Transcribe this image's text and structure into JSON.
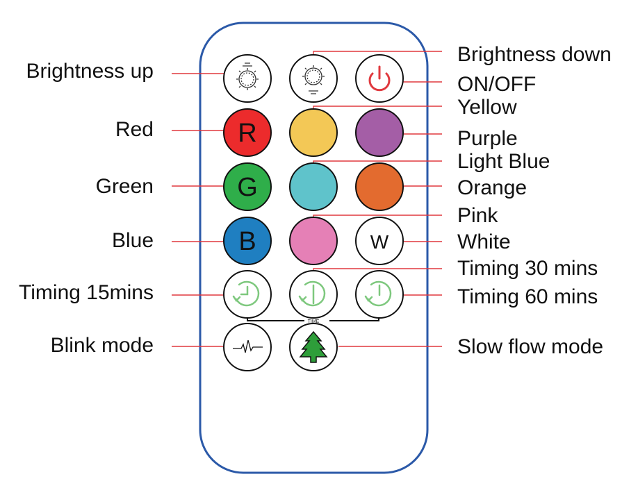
{
  "labels": {
    "brightness_up": "Brightness up",
    "brightness_down": "Brightness down",
    "on_off": "ON/OFF",
    "red": "Red",
    "yellow": "Yellow",
    "purple": "Purple",
    "green": "Green",
    "light_blue": "Light Blue",
    "orange": "Orange",
    "blue": "Blue",
    "pink": "Pink",
    "white": "White",
    "timing_15": "Timing 15mins",
    "timing_30": "Timing 30 mins",
    "timing_60": "Timing 60 mins",
    "blink_mode": "Blink mode",
    "slow_flow_mode": "Slow flow mode"
  },
  "button_text": {
    "red": "R",
    "green": "G",
    "blue": "B",
    "white": "W",
    "timer_group": "TIME"
  },
  "icons": {
    "brightness_up": "sun-up-icon",
    "brightness_down": "sun-down-icon",
    "power": "power-icon",
    "timer": "clock-icon",
    "blink": "pulse-wave-icon",
    "slow_flow": "tree-icon"
  },
  "colors": {
    "remote_outline": "#2b59a8",
    "leader_line": "#e0393e",
    "red": "#ec2b2c",
    "yellow": "#f3c856",
    "purple": "#a45ea6",
    "green": "#2fae4a",
    "light_blue": "#5fc3cb",
    "orange": "#e36b2f",
    "blue": "#1f7fc1",
    "pink": "#e580b6",
    "white": "#ffffff",
    "power_icon": "#e0393e",
    "timer_icon": "#7ec87e",
    "tree_icon": "#2e9e3a"
  }
}
